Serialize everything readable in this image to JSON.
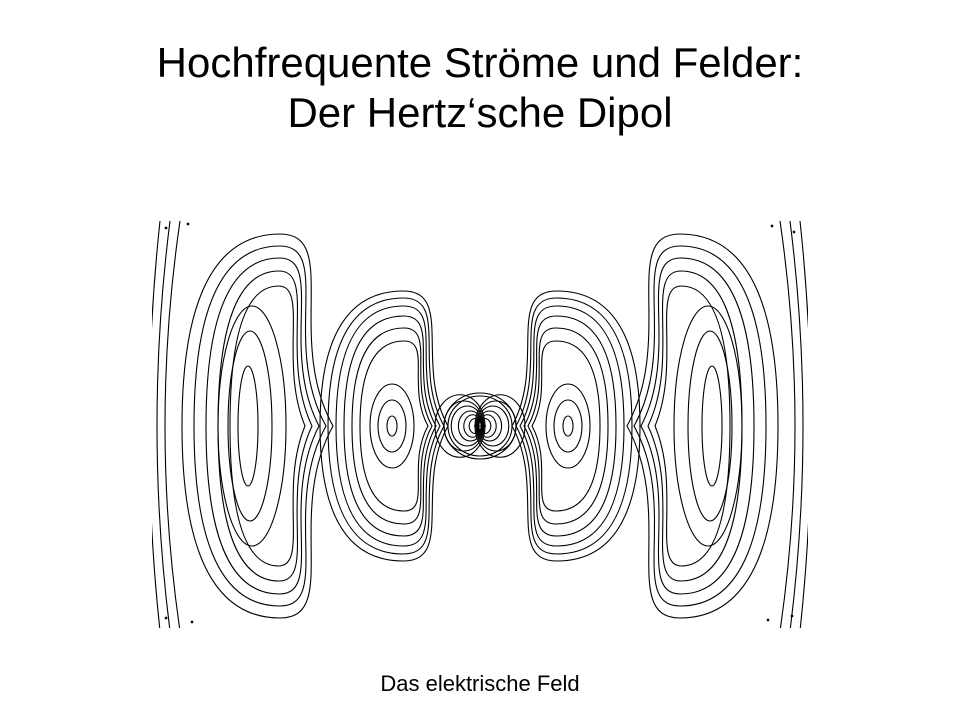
{
  "slide": {
    "title_line1": "Hochfrequente Ströme und Felder:",
    "title_line2": "Der Hertz‘sche Dipol"
  },
  "figure": {
    "caption": "Das elektrische Feld",
    "line_color": "#000000",
    "background": "#ffffff"
  }
}
